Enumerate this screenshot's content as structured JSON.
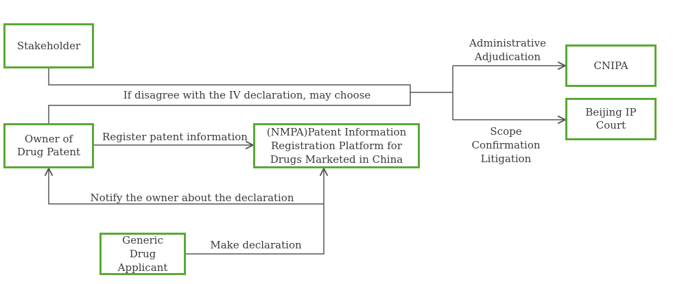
{
  "nodes": {
    "stakeholder": "Stakeholder",
    "owner": "Owner of\nDrug Patent",
    "platform": "(NMPA)Patent Information\nRegistration Platform for\nDrugs Marketed in China",
    "generic": "Generic\nDrug\nApplicant",
    "cnipa": "CNIPA",
    "court": "Beijing IP\nCourt"
  },
  "edges": {
    "disagree": "If disagree with the IV declaration, may choose",
    "register": "Register patent information",
    "notify": "Notify the owner about the declaration",
    "declare": "Make declaration",
    "admin": "Administrative\nAdjudication",
    "scope": "Scope\nConfirmation\nLitigation"
  },
  "colors": {
    "box_border": "#5aa832",
    "line": "#555555",
    "text": "#3a3a3a"
  }
}
